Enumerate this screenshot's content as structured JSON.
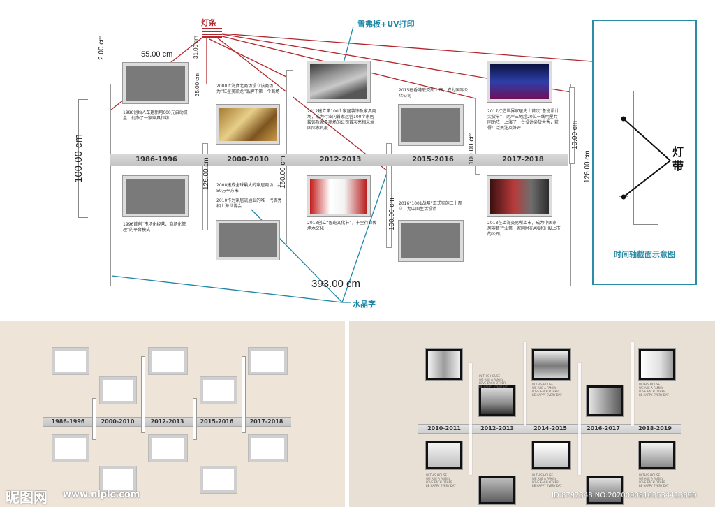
{
  "top": {
    "callouts": {
      "light_strip": "灯条",
      "foam_board": "雪弗板+UV打印",
      "crystal_text": "水晶字"
    },
    "dims": {
      "d_2cm": "2.00 cm",
      "d_55cm": "55.00 cm",
      "d_31cm": "31.00 cm",
      "d_35cm": "35.00 cm",
      "d_100cm_left": "100.00 cm",
      "d_126cm_a": "126.00 cm",
      "d_150cm": "150.00 cm",
      "d_100cm_mid": "100.00 cm",
      "d_100cm_c": "100.00 cm",
      "d_10cm": "10.00 cm",
      "d_126cm_b": "126.00 cm",
      "d_393cm": "393.00 cm"
    },
    "periods": [
      "1986-1996",
      "2000-2010",
      "2012-2013",
      "2015-2016",
      "2017-2018"
    ],
    "texts": {
      "t1986": "1986创始人车建新用600元启动资金，创办了一家家具作坊",
      "t1996": "1996首创“市场化经营、商场化管理”的平台模式",
      "t2000": "2000上海真北商场设立该商场为“红星美凯龙”品牌下第一个商场",
      "t2008": "2008建成全球最大的家居商场，共50万平方米",
      "t2010": "2010作为家居流通业的唯一代表亮相上海世博会",
      "t2012": "2012建立第100个家居装饰及家具商场，成为行业内首家运营100个家居装饰及家具商场的公司首次亮相米兰国际家具展",
      "t2013": "2013创立“鲁班文化节”，丰全行业传承木文化",
      "t2015": "2015在香港联交所上市，成为国际公众公司",
      "t2016": "2016“1001战略”正式实施三十而立，为中国生活设计",
      "t2017": "2017打造世界家居史上首次“鲁班设计尖货节”，两岸三地超20位一线明星共同助阵，上演了一台设计尖货大秀，获得广泛关注及好评",
      "t2018": "2018在上海交易所上市，成为中国家居零售行业第一家同时在A股和H股上市的公司。"
    },
    "section": {
      "label": "灯带",
      "caption": "时间轴截面示意图"
    }
  },
  "bottom_left": {
    "periods": [
      "1986-1996",
      "2000-2010",
      "2012-2013",
      "2015-2016",
      "2017-2018"
    ]
  },
  "bottom_right": {
    "periods": [
      "2010-2011",
      "2012-2013",
      "2014-2015",
      "2016-2017",
      "2018-2019"
    ],
    "caption_lines": [
      "IN THIS HOUSE",
      "WE ARE A FAMILY",
      "LOVE EACH OTHER",
      "BE HAPPY EVERY DAY"
    ]
  },
  "watermark": {
    "logo": "昵图网",
    "url": "www.nipic.com",
    "id": "ID:8792348 NO:20200908103534413890"
  },
  "colors": {
    "red_line": "#b3282d",
    "blue_line": "#1e88a8",
    "band": "#cfcfcf",
    "section_box": "#2b8ca6"
  }
}
